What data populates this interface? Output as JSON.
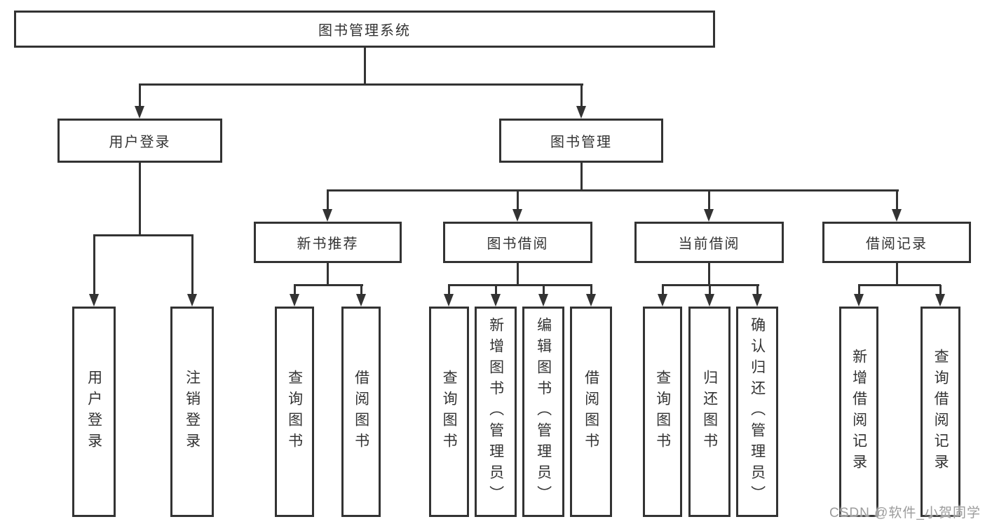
{
  "diagram": {
    "colors": {
      "line": "#333333",
      "text": "#333333",
      "background": "#ffffff",
      "watermark": "#9c9c9c"
    },
    "watermark": "CSDN @软件_小贺同学",
    "root": {
      "label": "图书管理系统"
    },
    "userLogin": {
      "label": "用户登录",
      "children": [
        "用户登录",
        "注销登录"
      ]
    },
    "bookManagement": {
      "label": "图书管理",
      "sections": [
        {
          "label": "新书推荐",
          "children": [
            "查询图书",
            "借阅图书"
          ]
        },
        {
          "label": "图书借阅",
          "children": [
            "查询图书",
            "新增图书（管理员）",
            "编辑图书（管理员）",
            "借阅图书"
          ]
        },
        {
          "label": "当前借阅",
          "children": [
            "查询图书",
            "归还图书",
            "确认归还（管理员）"
          ]
        },
        {
          "label": "借阅记录",
          "children": [
            "新增借阅记录",
            "查询借阅记录"
          ]
        }
      ]
    }
  }
}
